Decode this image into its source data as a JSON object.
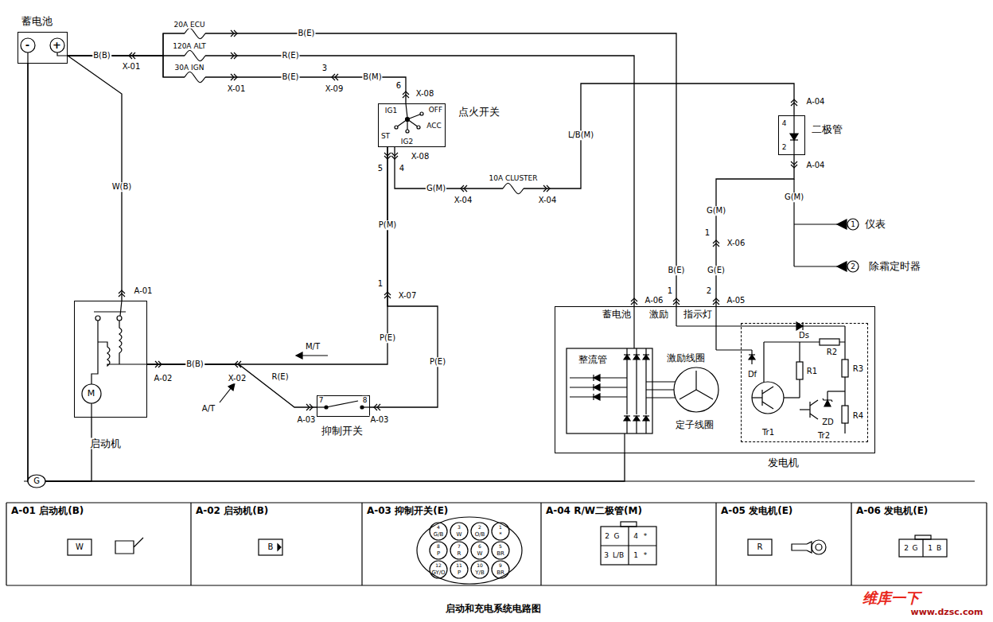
{
  "diagram": {
    "caption": "启动和充电系统电路图",
    "nodes": [
      {
        "text": [
          "蓄电池",
          "-",
          "+"
        ]
      },
      {
        "text": [
          "点火开关",
          "IG1",
          "OFF",
          "ST",
          "ACC",
          "IG2"
        ]
      },
      {
        "text": [
          "二极管",
          "4",
          "2"
        ]
      },
      {
        "text": [
          "启动机",
          "M"
        ]
      },
      {
        "text": [
          "抑制开关",
          "7",
          "8"
        ]
      },
      {
        "text": [
          "发电机",
          "蓄电池",
          "激励",
          "指示灯",
          "整流管",
          "激励线圈",
          "定子线圈"
        ]
      },
      {
        "text": [
          "Ds",
          "R2",
          "R3",
          "R1",
          "Df",
          "ZD",
          "R4",
          "Tr1",
          "Tr2"
        ],
        "in": 5
      },
      {
        "text": [
          "A-01 启动机(B)",
          "W"
        ]
      },
      {
        "text": [
          "A-02 启动机(B)",
          "B"
        ]
      },
      {
        "text": [
          "A-03 抑制开关(E)",
          "4",
          "G/B",
          "3",
          "W",
          "2",
          "O/B",
          "1",
          "*",
          "8",
          "P",
          "7",
          "R",
          "6",
          "W",
          "5",
          "BR",
          "12",
          "GY/O",
          "11",
          "P",
          "10",
          "Y/B",
          "9",
          "BR"
        ]
      },
      {
        "text": [
          "A-04 R/W二极管(M)",
          "2",
          "G",
          "4",
          "*",
          "3",
          "L/B",
          "1",
          "*"
        ]
      },
      {
        "text": [
          "A-05 发电机(E)",
          "R"
        ]
      },
      {
        "text": [
          "A-06 发电机(E)",
          "2",
          "G",
          "1",
          "B"
        ]
      }
    ],
    "edges": [
      {
        "from": 0,
        "to": 3,
        "arrow": "none"
      },
      {
        "from": 0,
        "to": 1,
        "arrow": "none"
      },
      {
        "from": 0,
        "to": 5,
        "arrow": "none"
      },
      {
        "from": 0,
        "to": 5,
        "arrow": "none"
      },
      {
        "from": 1,
        "to": 3,
        "arrow": "none"
      },
      {
        "from": 1,
        "to": 4,
        "arrow": "none"
      },
      {
        "from": 4,
        "to": 3,
        "arrow": "none"
      },
      {
        "from": 1,
        "to": 2,
        "arrow": "none"
      },
      {
        "from": 2,
        "to": 5,
        "arrow": "none"
      },
      {
        "from": 0,
        "to": 3,
        "arrow": "none"
      },
      {
        "from": 0,
        "to": 5,
        "arrow": "none"
      }
    ],
    "labels": [
      "20A ECU",
      "120A ALT",
      "30A IGN",
      "B(B)",
      "X-01",
      "B(E)",
      "R(E)",
      "X-01",
      "B(E)",
      "3",
      "X-09",
      "B(M)",
      "6",
      "X-08",
      "5",
      "4",
      "X-08",
      "P(M)",
      "1",
      "X-07",
      "P(E)",
      "M/T",
      "P(E)",
      "B(B)",
      "X-02",
      "R(E)",
      "A/T",
      "A-03",
      "A-03",
      "W(B)",
      "A-01",
      "A-02",
      "G",
      "G(M)",
      "X-04",
      "10A CLUSTER",
      "X-04",
      "L/B(M)",
      "A-04",
      "A-04",
      "G(M)",
      "1",
      "仪表",
      "2",
      "除霜定时器",
      "G(M)",
      "1",
      "X-06",
      "G(E)",
      "B(E)",
      "1",
      "2",
      "A-06",
      "A-05",
      "维库一下",
      "www.dzsc.com"
    ]
  }
}
